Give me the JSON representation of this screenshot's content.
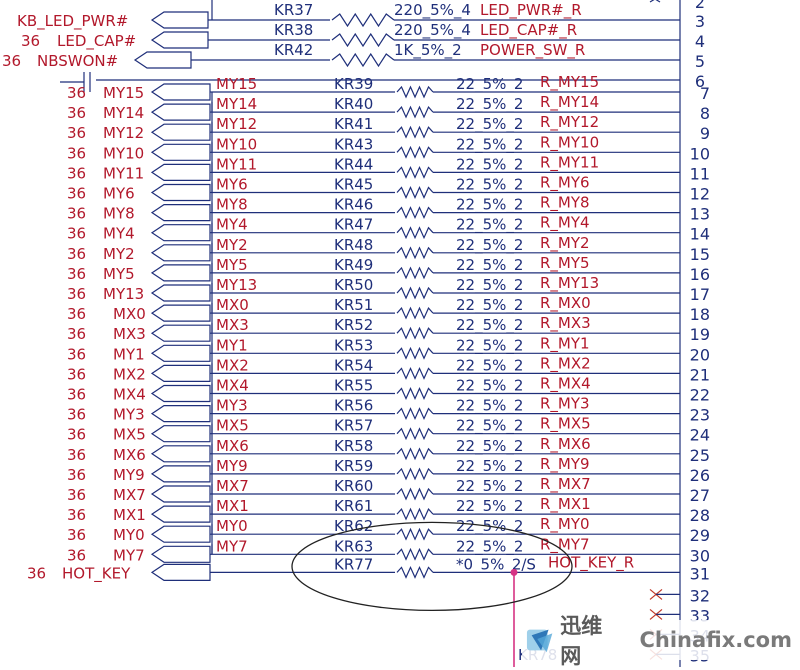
{
  "top_rows": [
    {
      "num": "",
      "net": "KB_LED_PWR#",
      "res": "KR37",
      "val": "220_5%_4",
      "out": "LED_PWR#_R",
      "pin": "3"
    },
    {
      "num": "36",
      "net": "LED_CAP#",
      "res": "KR38",
      "val": "220_5%_4",
      "out": "LED_CAP#_R",
      "pin": "4"
    },
    {
      "num": "36",
      "net": "NBSWON#",
      "res": "KR42",
      "val": "1K_5%_2",
      "out": "POWER_SW_R",
      "pin": "5"
    }
  ],
  "top_partial_pin": "2",
  "row6_pin": "6",
  "rows": [
    {
      "num": "36",
      "in": "MY15",
      "net": "MY15",
      "res": "KR39",
      "val": "22_5%_2",
      "out": "R_MY15",
      "pin": "7"
    },
    {
      "num": "36",
      "in": "MY14",
      "net": "MY14",
      "res": "KR40",
      "val": "22_5%_2",
      "out": "R_MY14",
      "pin": "8"
    },
    {
      "num": "36",
      "in": "MY12",
      "net": "MY12",
      "res": "KR41",
      "val": "22_5%_2",
      "out": "R_MY12",
      "pin": "9"
    },
    {
      "num": "36",
      "in": "MY10",
      "net": "MY10",
      "res": "KR43",
      "val": "22_5%_2",
      "out": "R_MY10",
      "pin": "10"
    },
    {
      "num": "36",
      "in": "MY11",
      "net": "MY11",
      "res": "KR44",
      "val": "22_5%_2",
      "out": "R_MY11",
      "pin": "11"
    },
    {
      "num": "36",
      "in": "MY6",
      "net": "MY6",
      "res": "KR45",
      "val": "22_5%_2",
      "out": "R_MY6",
      "pin": "12"
    },
    {
      "num": "36",
      "in": "MY8",
      "net": "MY8",
      "res": "KR46",
      "val": "22_5%_2",
      "out": "R_MY8",
      "pin": "13"
    },
    {
      "num": "36",
      "in": "MY4",
      "net": "MY4",
      "res": "KR47",
      "val": "22_5%_2",
      "out": "R_MY4",
      "pin": "14"
    },
    {
      "num": "36",
      "in": "MY2",
      "net": "MY2",
      "res": "KR48",
      "val": "22_5%_2",
      "out": "R_MY2",
      "pin": "15"
    },
    {
      "num": "36",
      "in": "MY5",
      "net": "MY5",
      "res": "KR49",
      "val": "22_5%_2",
      "out": "R_MY5",
      "pin": "16"
    },
    {
      "num": "36",
      "in": "MY13",
      "net": "MY13",
      "res": "KR50",
      "val": "22_5%_2",
      "out": "R_MY13",
      "pin": "17"
    },
    {
      "num": "36",
      "in": "MX0",
      "net": "MX0",
      "res": "KR51",
      "val": "22_5%_2",
      "out": "R_MX0",
      "pin": "18"
    },
    {
      "num": "36",
      "in": "MX3",
      "net": "MX3",
      "res": "KR52",
      "val": "22_5%_2",
      "out": "R_MX3",
      "pin": "19"
    },
    {
      "num": "36",
      "in": "MY1",
      "net": "MY1",
      "res": "KR53",
      "val": "22_5%_2",
      "out": "R_MY1",
      "pin": "20"
    },
    {
      "num": "36",
      "in": "MX2",
      "net": "MX2",
      "res": "KR54",
      "val": "22_5%_2",
      "out": "R_MX2",
      "pin": "21"
    },
    {
      "num": "36",
      "in": "MX4",
      "net": "MX4",
      "res": "KR55",
      "val": "22_5%_2",
      "out": "R_MX4",
      "pin": "22"
    },
    {
      "num": "36",
      "in": "MY3",
      "net": "MY3",
      "res": "KR56",
      "val": "22_5%_2",
      "out": "R_MY3",
      "pin": "23"
    },
    {
      "num": "36",
      "in": "MX5",
      "net": "MX5",
      "res": "KR57",
      "val": "22_5%_2",
      "out": "R_MX5",
      "pin": "24"
    },
    {
      "num": "36",
      "in": "MX6",
      "net": "MX6",
      "res": "KR58",
      "val": "22_5%_2",
      "out": "R_MX6",
      "pin": "25"
    },
    {
      "num": "36",
      "in": "MY9",
      "net": "MY9",
      "res": "KR59",
      "val": "22_5%_2",
      "out": "R_MY9",
      "pin": "26"
    },
    {
      "num": "36",
      "in": "MX7",
      "net": "MX7",
      "res": "KR60",
      "val": "22_5%_2",
      "out": "R_MX7",
      "pin": "27"
    },
    {
      "num": "36",
      "in": "MX1",
      "net": "MX1",
      "res": "KR61",
      "val": "22_5%_2",
      "out": "R_MX1",
      "pin": "28"
    },
    {
      "num": "36",
      "in": "MY0",
      "net": "MY0",
      "res": "KR62",
      "val": "22_5%_2",
      "out": "R_MY0",
      "pin": "29"
    },
    {
      "num": "36",
      "in": "MY7",
      "net": "MY7",
      "res": "KR63",
      "val": "22_5%_2",
      "out": "R_MY7",
      "pin": "30"
    }
  ],
  "hotkey": {
    "num": "36",
    "in": "HOT_KEY",
    "res": "KR77",
    "val": "*0_5%_2/S",
    "out": "HOT_KEY_R",
    "pin": "31"
  },
  "nc_pins": [
    "32",
    "33",
    "34",
    "35"
  ],
  "kr78": "KR78",
  "colors": {
    "net": "#b2182b",
    "component": "#1f2f7a",
    "wire": "#1f2f7a",
    "junction": "#d63384",
    "annotation": "#222222"
  },
  "watermark": {
    "brand": "迅维网",
    "site": "Chinafix.com"
  }
}
